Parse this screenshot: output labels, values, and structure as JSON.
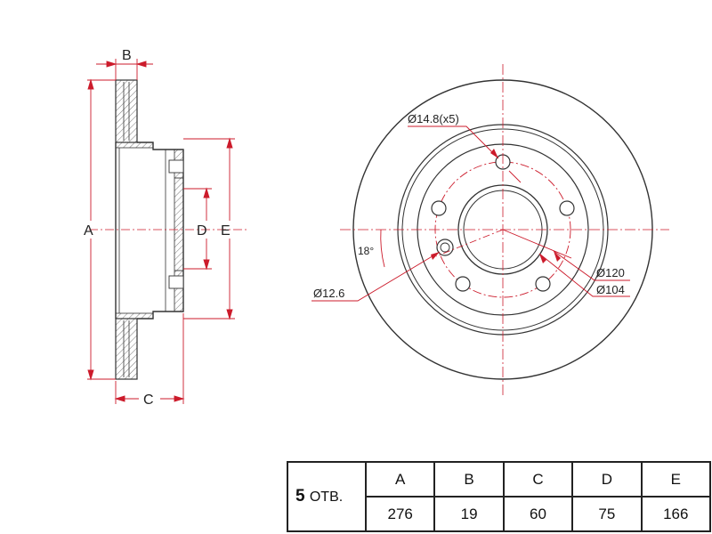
{
  "side_view": {
    "labels": {
      "a": "A",
      "b": "B",
      "c": "C",
      "d": "D",
      "e": "E"
    }
  },
  "front_view": {
    "bolt_hole_label": "Ø14.8(x5)",
    "pcd_label": "Ø120",
    "center_bore_label": "Ø104",
    "pin_hole_label": "Ø12.6",
    "angle_label": "18°"
  },
  "spec_table": {
    "holes_count": "5",
    "holes_unit": "ОТВ.",
    "headers": [
      "A",
      "B",
      "C",
      "D",
      "E"
    ],
    "values": [
      "276",
      "19",
      "60",
      "75",
      "166"
    ]
  },
  "colors": {
    "drawing": "#333333",
    "dimension": "#cc1b2b"
  }
}
